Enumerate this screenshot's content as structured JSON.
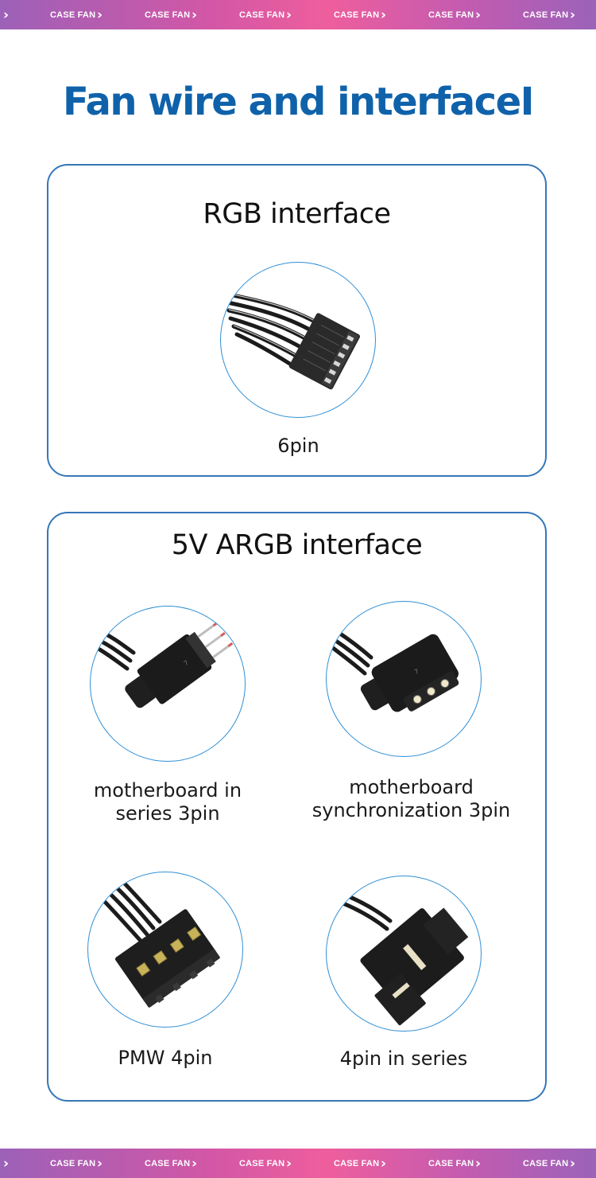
{
  "banner": {
    "label": "CASE FAN",
    "chevron": "›",
    "repeat": 6
  },
  "title": "Fan wire and interfaceI",
  "rgb_panel": {
    "title": "RGB interface",
    "items": [
      {
        "caption": "6pin",
        "icon": "6pin-connector-icon"
      }
    ]
  },
  "argb_panel": {
    "title": "5V ARGB interface",
    "items": [
      {
        "caption_line1": "motherboard in",
        "caption_line2": "series 3pin",
        "icon": "3pin-series-connector-icon"
      },
      {
        "caption_line1": "motherboard",
        "caption_line2": "synchronization 3pin",
        "icon": "3pin-sync-connector-icon"
      },
      {
        "caption_line1": "PMW 4pin",
        "icon": "pwm-4pin-connector-icon"
      },
      {
        "caption_line1": "4pin in series",
        "icon": "4pin-series-connector-icon"
      }
    ]
  },
  "colors": {
    "title": "#0f62aa",
    "panel_border": "#3577b8",
    "circle_border": "#2f8fd6",
    "banner_gradient": [
      "#9c61b8",
      "#ee5e9d",
      "#9b63b9"
    ]
  }
}
